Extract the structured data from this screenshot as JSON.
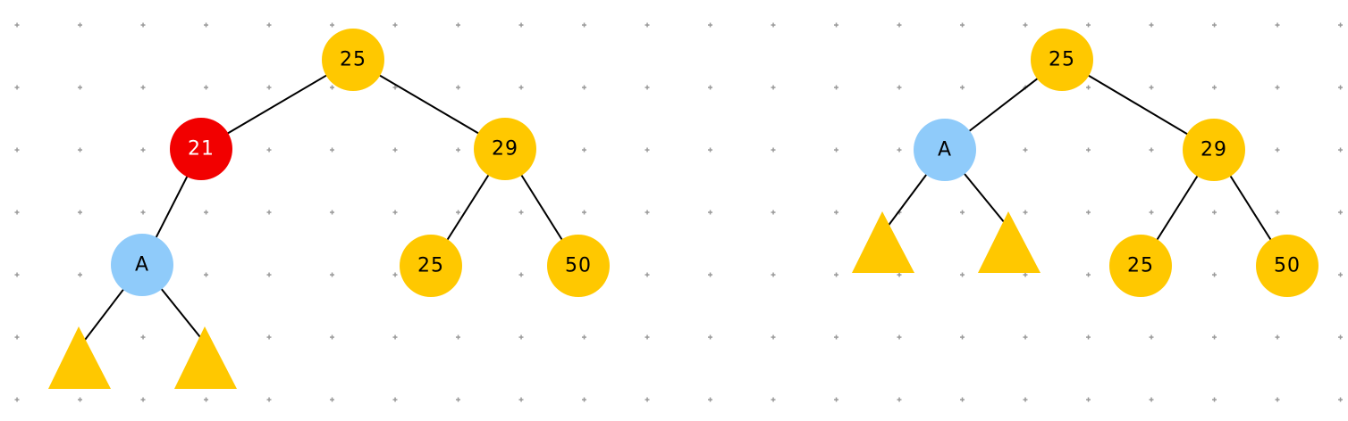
{
  "colors": {
    "background": "#ffffff",
    "grid_dot": "#9a9a9a",
    "edge": "#000000",
    "node_default": "#FFC800",
    "node_highlight_red": "#F20000",
    "node_placeholder_blue": "#8FCBFA",
    "subtree_triangle": "#FFC800",
    "label_dark": "#000000",
    "label_light": "#ffffff"
  },
  "before_tree": {
    "root": {
      "label": "25"
    },
    "left_child": {
      "label": "21"
    },
    "left_left": {
      "label": "A"
    },
    "right_child": {
      "label": "29"
    },
    "right_left": {
      "label": "25"
    },
    "right_right": {
      "label": "50"
    }
  },
  "after_tree": {
    "root": {
      "label": "25"
    },
    "left_child": {
      "label": "A"
    },
    "right_child": {
      "label": "29"
    },
    "right_left": {
      "label": "25"
    },
    "right_right": {
      "label": "50"
    }
  }
}
